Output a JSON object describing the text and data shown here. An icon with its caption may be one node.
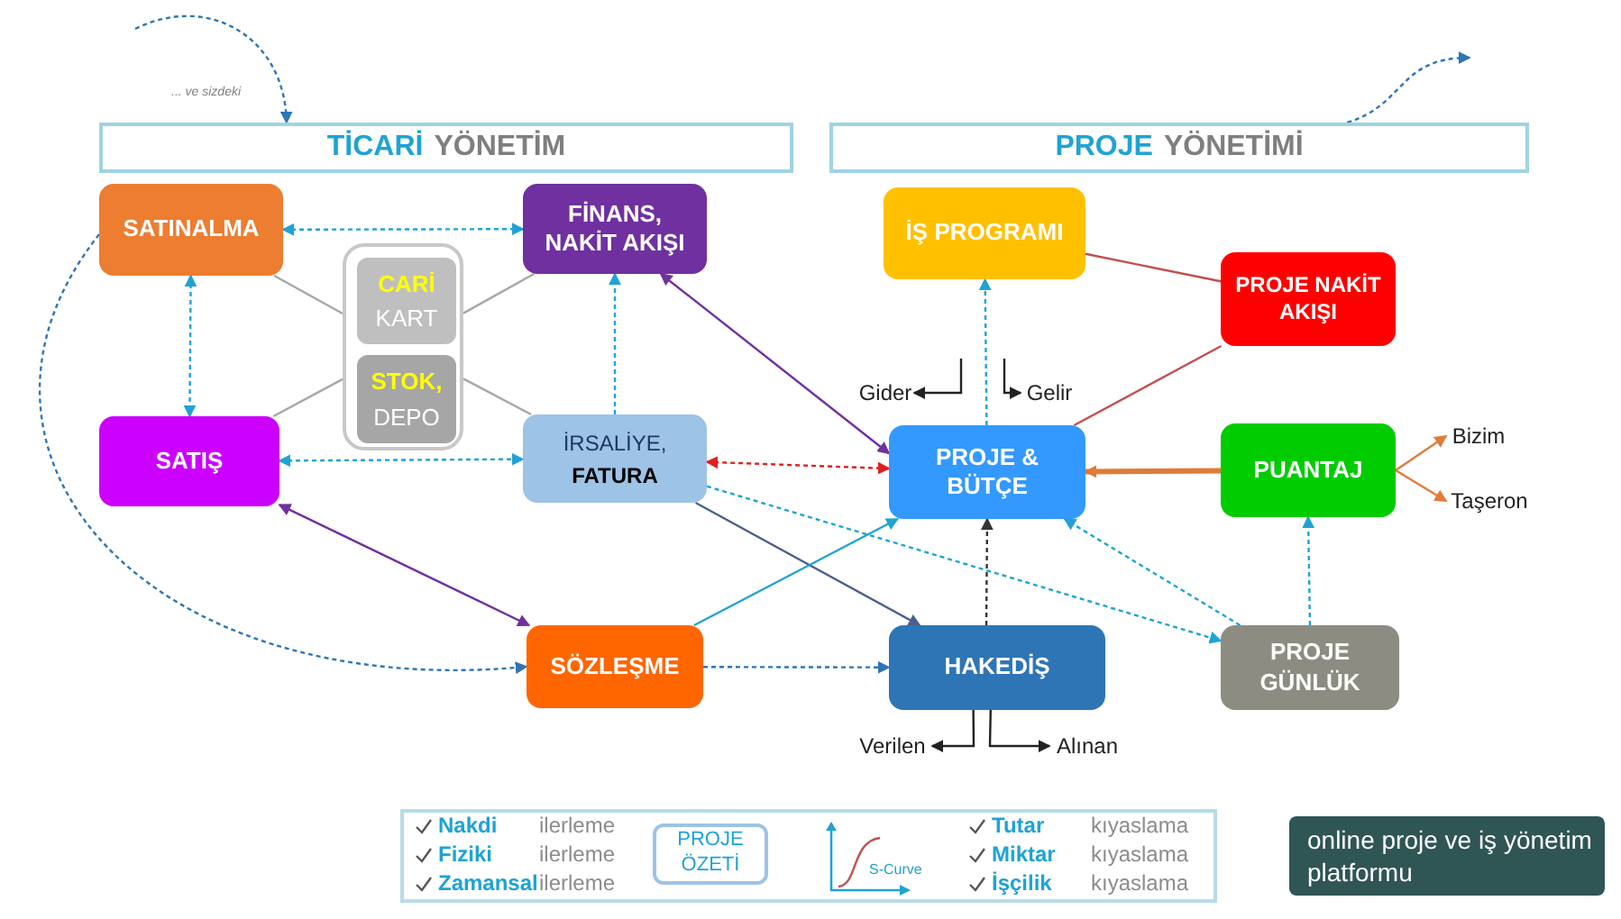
{
  "diagram": {
    "nodes": [
      {
        "text": [
          "TİCARİ",
          "YÖNETİM"
        ]
      },
      {
        "text": [
          "PROJE",
          "YÖNETİMİ"
        ]
      },
      {
        "text": [
          "SATINALMA"
        ]
      },
      {
        "text": [
          "FİNANS, NAKİT AKIŞI"
        ]
      },
      {
        "text": [],
        "shape": "box"
      },
      {
        "text": [
          "CARİ",
          "KART"
        ],
        "in": 4
      },
      {
        "text": [
          "STOK,",
          "DEPO"
        ],
        "in": 4
      },
      {
        "text": [
          "SATIŞ"
        ]
      },
      {
        "text": [
          "İRSALİYE,",
          "FATURA"
        ]
      },
      {
        "text": [
          "SÖZLEŞME"
        ]
      },
      {
        "text": [
          "İŞ PROGRAMI"
        ]
      },
      {
        "text": [
          "PROJE NAKİT AKIŞI"
        ]
      },
      {
        "text": [
          "PROJE & BÜTÇE"
        ]
      },
      {
        "text": [
          "PUANTAJ"
        ]
      },
      {
        "text": [
          "HAKEDİŞ"
        ]
      },
      {
        "text": [
          "PROJE GÜNLÜK"
        ]
      },
      {
        "text": [
          "Gider"
        ]
      },
      {
        "text": [
          "Gelir"
        ]
      },
      {
        "text": [
          "Bizim"
        ]
      },
      {
        "text": [
          "Taşeron"
        ]
      },
      {
        "text": [
          "Verilen"
        ]
      },
      {
        "text": [
          "Alınan"
        ]
      },
      {
        "text": [
          "PROJE ÖZETİ"
        ]
      }
    ],
    "edges": [
      {
        "from": null,
        "to": 0,
        "arrow": "to",
        "style": "dashed",
        "color": "#2e75b6"
      },
      {
        "from": 1,
        "to": null,
        "arrow": "to",
        "style": "dashed",
        "color": "#2e75b6"
      },
      {
        "from": 2,
        "to": 3,
        "arrow": "both",
        "style": "dashed"
      },
      {
        "from": 2,
        "to": 7,
        "arrow": "both",
        "style": "dashed"
      },
      {
        "from": 2,
        "to": 9,
        "arrow": "to",
        "style": "dashed",
        "color": "#2e75b6"
      },
      {
        "from": 2,
        "to": 4,
        "arrow": "none",
        "color": "#a6a6a6"
      },
      {
        "from": 4,
        "to": 3,
        "arrow": "none",
        "color": "#a6a6a6"
      },
      {
        "from": 7,
        "to": 4,
        "arrow": "none",
        "color": "#a6a6a6"
      },
      {
        "from": 4,
        "to": 8,
        "arrow": "none",
        "color": "#a6a6a6"
      },
      {
        "from": 8,
        "to": 3,
        "arrow": "to",
        "style": "dashed"
      },
      {
        "from": 12,
        "to": 3,
        "arrow": "both",
        "color": "#7030a0"
      },
      {
        "from": 7,
        "to": 8,
        "arrow": "both",
        "style": "dashed"
      },
      {
        "from": 7,
        "to": 9,
        "arrow": "both",
        "color": "#7030a0"
      },
      {
        "from": 12,
        "to": 8,
        "arrow": "both",
        "style": "dashed",
        "color": "#e02020"
      },
      {
        "from": 8,
        "to": 14,
        "arrow": "to",
        "color": "#4a5f8f"
      },
      {
        "from": 8,
        "to": 15,
        "arrow": "to",
        "style": "dashed"
      },
      {
        "from": 9,
        "to": 14,
        "arrow": "to",
        "style": "dashed",
        "color": "#2e75b6"
      },
      {
        "from": 9,
        "to": 12,
        "arrow": "to"
      },
      {
        "from": 14,
        "to": 12,
        "arrow": "to",
        "style": "dashed",
        "color": "#333333"
      },
      {
        "from": 12,
        "to": 10,
        "arrow": "to",
        "style": "dashed"
      },
      {
        "from": 10,
        "to": 11,
        "arrow": "none",
        "color": "#c0504d"
      },
      {
        "from": 11,
        "to": 12,
        "arrow": "none",
        "color": "#c0504d"
      },
      {
        "from": 13,
        "to": 12,
        "arrow": "to",
        "style": "thick",
        "color": "#e07b39"
      },
      {
        "from": 13,
        "to": 18,
        "arrow": "to",
        "color": "#e07b39"
      },
      {
        "from": 13,
        "to": 19,
        "arrow": "to",
        "color": "#e07b39"
      },
      {
        "from": 15,
        "to": 13,
        "arrow": "to",
        "style": "dashed"
      },
      {
        "from": 15,
        "to": 12,
        "arrow": "to",
        "style": "dashed"
      },
      {
        "from": null,
        "to": 16,
        "arrow": "to",
        "color": "#222222"
      },
      {
        "from": null,
        "to": 17,
        "arrow": "to",
        "color": "#222222"
      },
      {
        "from": 14,
        "to": 20,
        "arrow": "to",
        "color": "#222222"
      },
      {
        "from": 14,
        "to": 21,
        "arrow": "to",
        "color": "#222222"
      }
    ],
    "labels": [
      "... ve sizdeki",
      "Nakdi",
      "ilerleme",
      "Fiziki",
      "ilerleme",
      "Zamansal",
      "ilerleme",
      "S-Curve",
      "Tutar",
      "kıyaslama",
      "Miktar",
      "kıyaslama",
      "İşçilik",
      "kıyaslama",
      "online proje ve iş yönetim platformu"
    ]
  }
}
